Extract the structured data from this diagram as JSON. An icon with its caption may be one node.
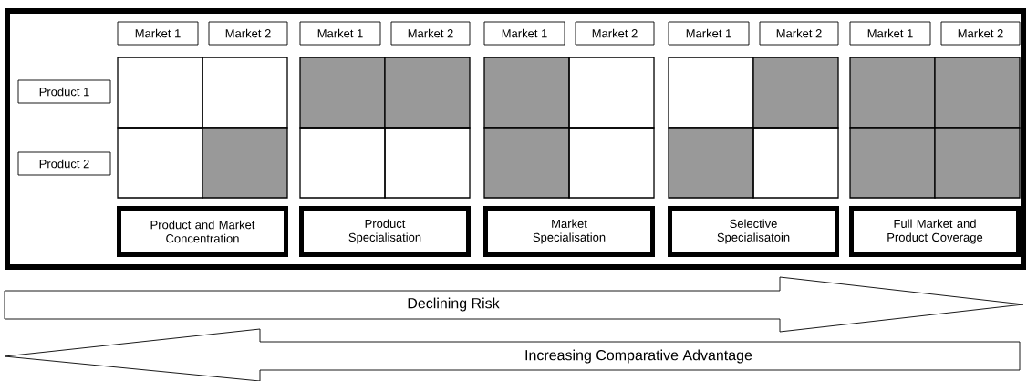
{
  "diagram": {
    "nodes": [
      {
        "text": [
          "Market 1"
        ]
      },
      {
        "text": [
          "Market 2"
        ]
      },
      {
        "text": [
          "Market 1"
        ]
      },
      {
        "text": [
          "Market 2"
        ]
      },
      {
        "text": [
          "Market 1"
        ]
      },
      {
        "text": [
          "Market 2"
        ]
      },
      {
        "text": [
          "Market 1"
        ]
      },
      {
        "text": [
          "Market 2"
        ]
      },
      {
        "text": [
          "Market 1"
        ]
      },
      {
        "text": [
          "Market 2"
        ]
      },
      {
        "text": [
          "Product 1"
        ]
      },
      {
        "text": [
          "Product 2"
        ]
      },
      {
        "text": [
          "Product and Market Concentration"
        ]
      },
      {
        "text": [
          "Product Specialisation"
        ]
      },
      {
        "text": [
          "Market Specialisation"
        ]
      },
      {
        "text": [
          "Selective Specialisatoin"
        ]
      },
      {
        "text": [
          "Full Market and Product Coverage"
        ]
      },
      {
        "text": [
          "Declining Risk"
        ]
      },
      {
        "text": [
          "Increasing Comparative Advantage"
        ]
      }
    ],
    "edges": []
  }
}
